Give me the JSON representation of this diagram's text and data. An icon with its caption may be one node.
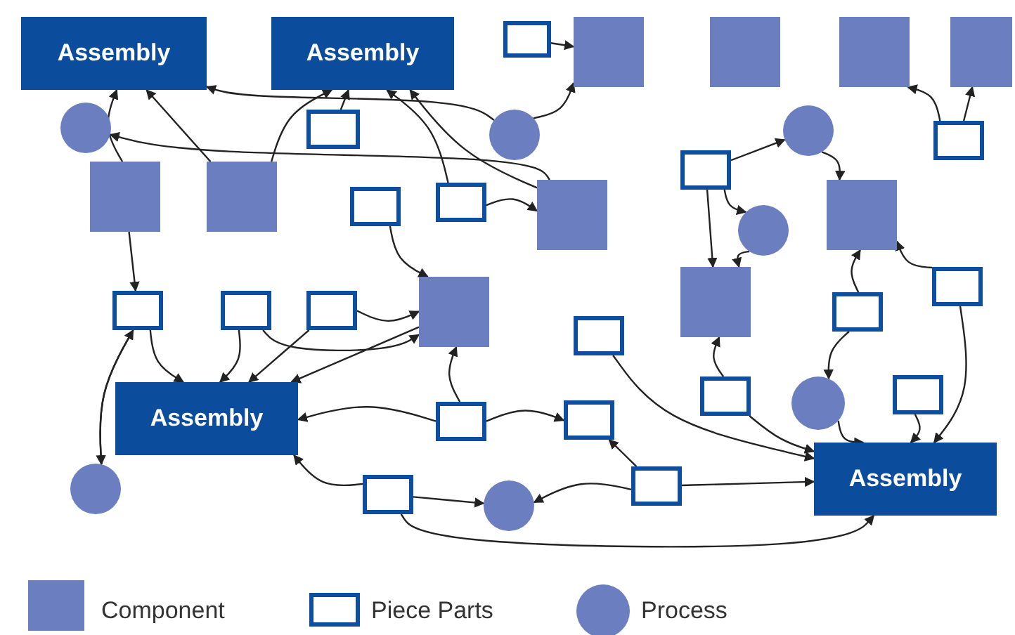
{
  "diagram": {
    "nodes": [
      {
        "text": [
          "Assembly"
        ]
      },
      {
        "text": [
          "Assembly"
        ]
      },
      {
        "text": [],
        "shape": "box"
      },
      {
        "text": [],
        "shape": "square"
      },
      {
        "text": [],
        "shape": "square"
      },
      {
        "text": [],
        "shape": "square"
      },
      {
        "text": [],
        "shape": "square"
      },
      {
        "text": [],
        "shape": "circle"
      },
      {
        "text": [],
        "shape": "box"
      },
      {
        "text": [],
        "shape": "circle"
      },
      {
        "text": [],
        "shape": "circle"
      },
      {
        "text": [],
        "shape": "box"
      },
      {
        "text": [],
        "shape": "square"
      },
      {
        "text": [],
        "shape": "square"
      },
      {
        "text": [],
        "shape": "box"
      },
      {
        "text": [],
        "shape": "box"
      },
      {
        "text": [],
        "shape": "box"
      },
      {
        "text": [],
        "shape": "square"
      },
      {
        "text": [],
        "shape": "square"
      },
      {
        "text": [],
        "shape": "circle"
      },
      {
        "text": [],
        "shape": "box"
      },
      {
        "text": [],
        "shape": "square"
      },
      {
        "text": [],
        "shape": "square"
      },
      {
        "text": [],
        "shape": "box"
      },
      {
        "text": [],
        "shape": "box"
      },
      {
        "text": [],
        "shape": "box"
      },
      {
        "text": [],
        "shape": "box"
      },
      {
        "text": [],
        "shape": "box"
      },
      {
        "text": [
          "Assembly"
        ]
      },
      {
        "text": [],
        "shape": "box"
      },
      {
        "text": [],
        "shape": "circle"
      },
      {
        "text": [],
        "shape": "box"
      },
      {
        "text": [],
        "shape": "box"
      },
      {
        "text": [],
        "shape": "box"
      },
      {
        "text": [
          "Assembly"
        ]
      },
      {
        "text": [],
        "shape": "circle"
      },
      {
        "text": [],
        "shape": "box"
      },
      {
        "text": [],
        "shape": "circle"
      },
      {
        "text": [],
        "shape": "box"
      }
    ],
    "edges": [
      {
        "from": 12,
        "to": 0,
        "arrow": "to"
      },
      {
        "from": 13,
        "to": 0,
        "arrow": "to"
      },
      {
        "from": 9,
        "to": 0,
        "arrow": "to"
      },
      {
        "from": 13,
        "to": 1,
        "arrow": "to"
      },
      {
        "from": 8,
        "to": 1,
        "arrow": "to"
      },
      {
        "from": 16,
        "to": 1,
        "arrow": "to"
      },
      {
        "from": 17,
        "to": 1,
        "arrow": "to"
      },
      {
        "from": 2,
        "to": 3,
        "arrow": "to"
      },
      {
        "from": 9,
        "to": 3,
        "arrow": "to"
      },
      {
        "from": 17,
        "to": 7,
        "arrow": "to"
      },
      {
        "from": 14,
        "to": 10,
        "arrow": "to"
      },
      {
        "from": 14,
        "to": 19,
        "arrow": "to"
      },
      {
        "from": 10,
        "to": 18,
        "arrow": "to"
      },
      {
        "from": 11,
        "to": 6,
        "arrow": "to"
      },
      {
        "from": 11,
        "to": 5,
        "arrow": "to"
      },
      {
        "from": 20,
        "to": 18,
        "arrow": "to"
      },
      {
        "from": 14,
        "to": 22,
        "arrow": "to"
      },
      {
        "from": 19,
        "to": 22,
        "arrow": "to"
      },
      {
        "from": 26,
        "to": 18,
        "arrow": "to"
      },
      {
        "from": 12,
        "to": 23,
        "arrow": "to"
      },
      {
        "from": 23,
        "to": 28,
        "arrow": "to"
      },
      {
        "from": 24,
        "to": 28,
        "arrow": "to"
      },
      {
        "from": 25,
        "to": 28,
        "arrow": "to"
      },
      {
        "from": 23,
        "to": 35,
        "arrow": "to"
      },
      {
        "from": 35,
        "to": 23,
        "arrow": "to"
      },
      {
        "from": 24,
        "to": 21,
        "arrow": "to"
      },
      {
        "from": 25,
        "to": 21,
        "arrow": "to"
      },
      {
        "from": 32,
        "to": 21,
        "arrow": "to"
      },
      {
        "from": 21,
        "to": 28,
        "arrow": "to"
      },
      {
        "from": 32,
        "to": 28,
        "arrow": "to"
      },
      {
        "from": 36,
        "to": 28,
        "arrow": "to"
      },
      {
        "from": 36,
        "to": 37,
        "arrow": "to"
      },
      {
        "from": 38,
        "to": 37,
        "arrow": "to"
      },
      {
        "from": 32,
        "to": 33,
        "arrow": "to"
      },
      {
        "from": 38,
        "to": 33,
        "arrow": "to"
      },
      {
        "from": 27,
        "to": 34,
        "arrow": "to"
      },
      {
        "from": 29,
        "to": 34,
        "arrow": "to"
      },
      {
        "from": 38,
        "to": 34,
        "arrow": "to"
      },
      {
        "from": 30,
        "to": 34,
        "arrow": "to"
      },
      {
        "from": 31,
        "to": 34,
        "arrow": "to"
      },
      {
        "from": 20,
        "to": 34,
        "arrow": "to"
      },
      {
        "from": 26,
        "to": 30,
        "arrow": "to"
      },
      {
        "from": 29,
        "to": 22,
        "arrow": "to"
      },
      {
        "from": 36,
        "to": 34,
        "arrow": "to"
      },
      {
        "from": 15,
        "to": 21,
        "arrow": "to"
      },
      {
        "from": 16,
        "to": 17,
        "arrow": "to"
      }
    ],
    "legend": [
      {
        "text": "Component",
        "color": "#6b7fc0"
      },
      {
        "text": "Piece Parts"
      },
      {
        "text": "Process"
      }
    ]
  }
}
